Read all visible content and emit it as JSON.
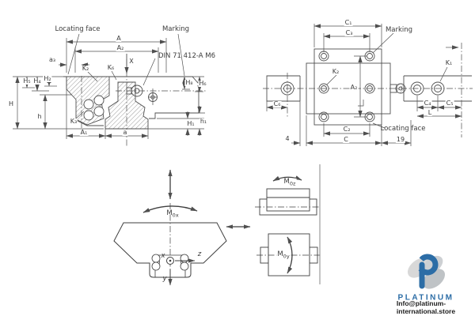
{
  "front_view": {
    "locating_face": "Locating face",
    "marking": "Marking",
    "din_spec": "DIN 71 412-A M6",
    "axis_x": "X",
    "dims": {
      "A": "A",
      "A2": "A₂",
      "a3": "a₃",
      "A1": "A₁",
      "a": "a",
      "H": "H",
      "H5": "H₅",
      "H4": "H₄",
      "H2": "H₂",
      "h": "h",
      "H8": "H₈",
      "H6": "H₆",
      "H1": "H₁",
      "h1": "h₁",
      "K2": "K₂",
      "K6": "K₆",
      "K3": "K₃"
    }
  },
  "top_view": {
    "marking": "Marking",
    "locating_face": "Locating face",
    "dims": {
      "C1": "C₁",
      "C3": "C₃",
      "C2": "C₂",
      "C": "C",
      "C4": "C₄",
      "C5": "C₅",
      "C6": "C₆",
      "L": "L",
      "A2": "A₂",
      "K1": "K₁",
      "K2": "K₂",
      "n4": "4",
      "n19": "19"
    }
  },
  "load_diagram": {
    "m0x": {
      "base": "M",
      "sub": "0x"
    },
    "m0z": {
      "base": "M",
      "sub": "0z"
    },
    "m0y": {
      "base": "M",
      "sub": "0y"
    },
    "axes": {
      "x": "x",
      "y": "y",
      "z": "z"
    }
  },
  "branding": {
    "name": "PLATINUM",
    "email": "Info@platinum-international.store",
    "brand_blue": "#2c6da6"
  },
  "colors": {
    "line": "#4f4f4f",
    "text": "#3a3a3a"
  }
}
